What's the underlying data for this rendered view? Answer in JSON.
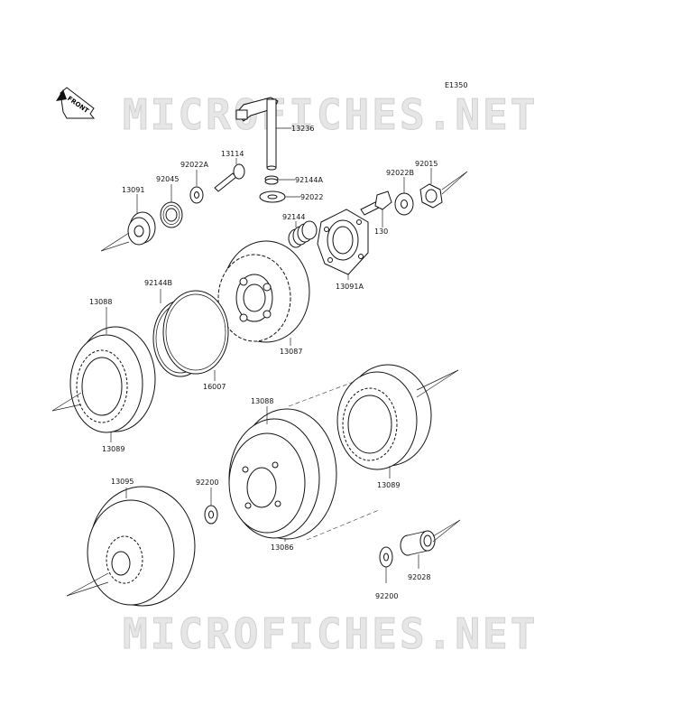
{
  "diagram_code": "E1350",
  "front_label": "FRONT",
  "watermark": "MICROFICHES.NET",
  "parts": {
    "p13236": "13236",
    "p13114": "13114",
    "p92022A": "92022A",
    "p92144A": "92144A",
    "p92022": "92022",
    "p92045": "92045",
    "p13091": "13091",
    "p92144": "92144",
    "p92022B": "92022B",
    "p92015": "92015",
    "p130": "130",
    "p13091A": "13091A",
    "p92144B": "92144B",
    "p13088a": "13088",
    "p16007": "16007",
    "p13087": "13087",
    "p13089a": "13089",
    "p13088b": "13088",
    "p13089b": "13089",
    "p13095": "13095",
    "p92200a": "92200",
    "p13086": "13086",
    "p92200b": "92200",
    "p92028": "92028"
  }
}
